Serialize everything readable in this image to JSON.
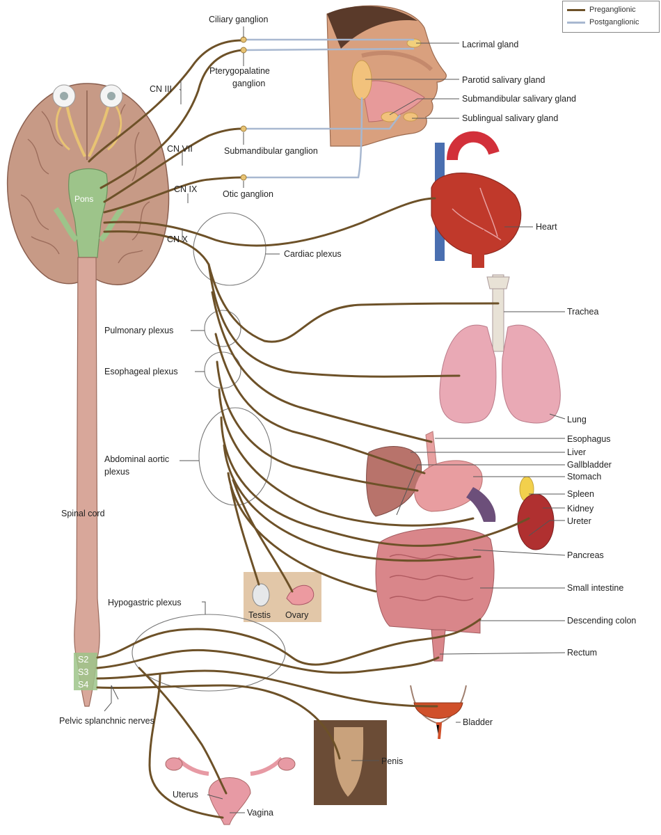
{
  "legend": {
    "preganglionic": "Preganglionic",
    "postganglionic": "Postganglionic",
    "preganglionic_color": "#6d5128",
    "postganglionic_color": "#a8b8d0"
  },
  "labels": {
    "ciliary_ganglion": "Ciliary ganglion",
    "pterygopalatine_1": "Pterygopalatine",
    "pterygopalatine_2": "ganglion",
    "submandibular_ganglion": "Submandibular ganglion",
    "otic_ganglion": "Otic ganglion",
    "cn3": "CN III",
    "cn7": "CN VII",
    "cn9": "CN IX",
    "cn10": "CN X",
    "pons": "Pons",
    "cardiac_plexus": "Cardiac plexus",
    "pulmonary_plexus": "Pulmonary plexus",
    "esophageal_plexus": "Esophageal plexus",
    "abdominal_aortic_1": "Abdominal aortic",
    "abdominal_aortic_2": "plexus",
    "spinal_cord": "Spinal cord",
    "hypogastric_plexus": "Hypogastric plexus",
    "s2": "S2",
    "s3": "S3",
    "s4": "S4",
    "pelvic_splanchnic": "Pelvic splanchnic nerves",
    "lacrimal_gland": "Lacrimal gland",
    "parotid": "Parotid salivary gland",
    "submandibular_gland": "Submandibular salivary gland",
    "sublingual": "Sublingual salivary gland",
    "heart": "Heart",
    "trachea": "Trachea",
    "lung": "Lung",
    "esophagus": "Esophagus",
    "liver": "Liver",
    "gallbladder": "Gallbladder",
    "stomach": "Stomach",
    "spleen": "Spleen",
    "kidney": "Kidney",
    "ureter": "Ureter",
    "pancreas": "Pancreas",
    "small_intestine": "Small intestine",
    "descending_colon": "Descending colon",
    "rectum": "Rectum",
    "bladder": "Bladder",
    "testis": "Testis",
    "ovary": "Ovary",
    "penis": "Penis",
    "uterus": "Uterus",
    "vagina": "Vagina"
  }
}
